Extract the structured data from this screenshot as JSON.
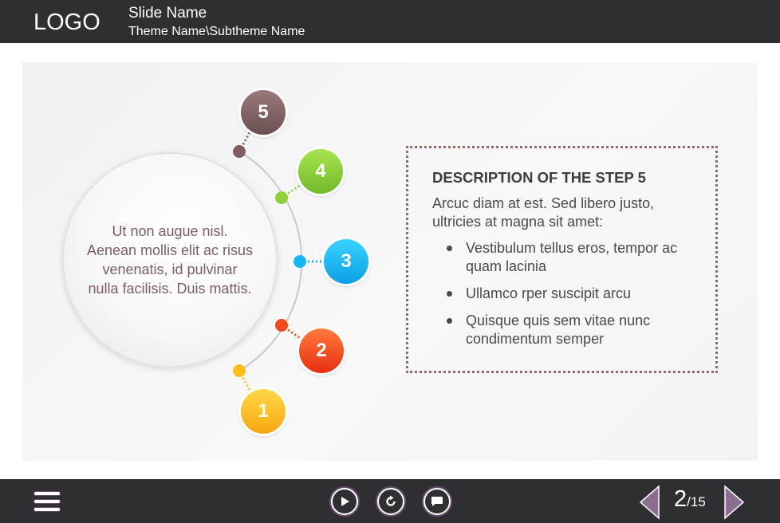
{
  "header": {
    "logo": "LOGO",
    "slide_name": "Slide Name",
    "theme_path": "Theme Name\\Subtheme Name"
  },
  "diagram": {
    "center_text": "Ut non augue nisl. Aenean mollis elit ac risus venenatis, id pulvinar nulla facilisis. Duis mattis.",
    "steps": [
      {
        "label": "1",
        "color": "#fdbd1c"
      },
      {
        "label": "2",
        "color": "#f24a1e"
      },
      {
        "label": "3",
        "color": "#13b7f2"
      },
      {
        "label": "4",
        "color": "#8ed03a"
      },
      {
        "label": "5",
        "color": "#7e5f60"
      }
    ]
  },
  "description": {
    "title": "DESCRIPTION OF THE STEP 5",
    "intro": "Arcuc diam at est. Sed libero justo, ultricies at magna sit amet:",
    "bullets": [
      "Vestibulum tellus eros, tempor ac quam lacinia",
      "Ullamco rper suscipit arcu",
      "Quisque quis sem vitae nunc condimentum semper"
    ]
  },
  "footer": {
    "page_current": "2",
    "page_total": "/15",
    "accent_color": "#6b4f73"
  }
}
